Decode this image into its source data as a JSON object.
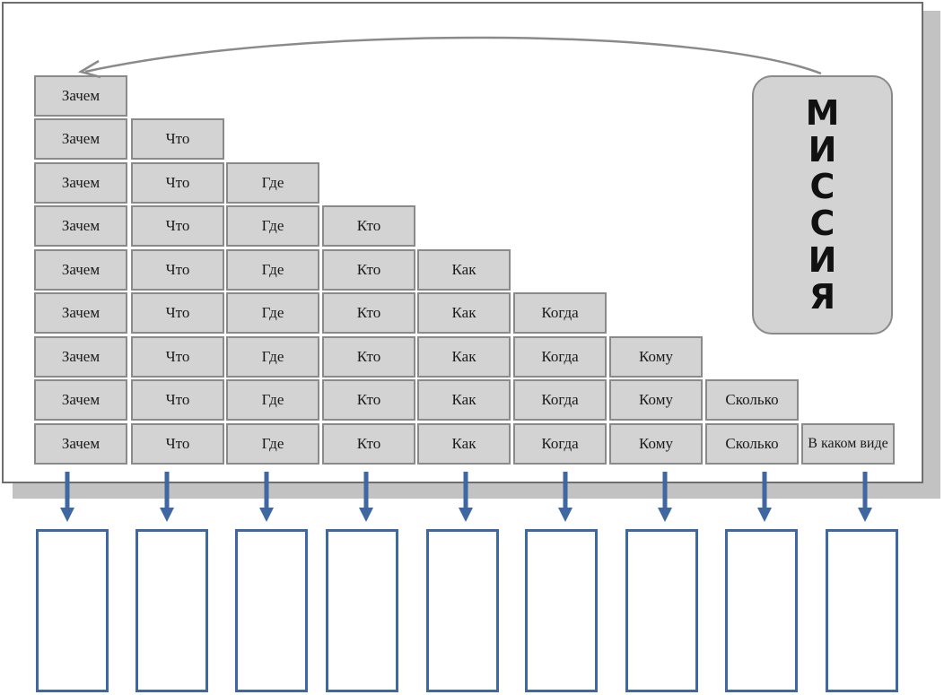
{
  "mission": {
    "label": "МИССИЯ",
    "letters": [
      "М",
      "И",
      "С",
      "С",
      "И",
      "Я"
    ]
  },
  "questions": [
    "Зачем",
    "Что",
    "Где",
    "Кто",
    "Как",
    "Когда",
    "Кому",
    "Сколько",
    "В каком виде"
  ],
  "colors": {
    "cell_fill": "#d3d3d3",
    "cell_border": "#8a8a8a",
    "arrow_blue": "#3f67a1",
    "output_border": "#3f67a1",
    "curve_arrow": "#8a8a8a"
  }
}
